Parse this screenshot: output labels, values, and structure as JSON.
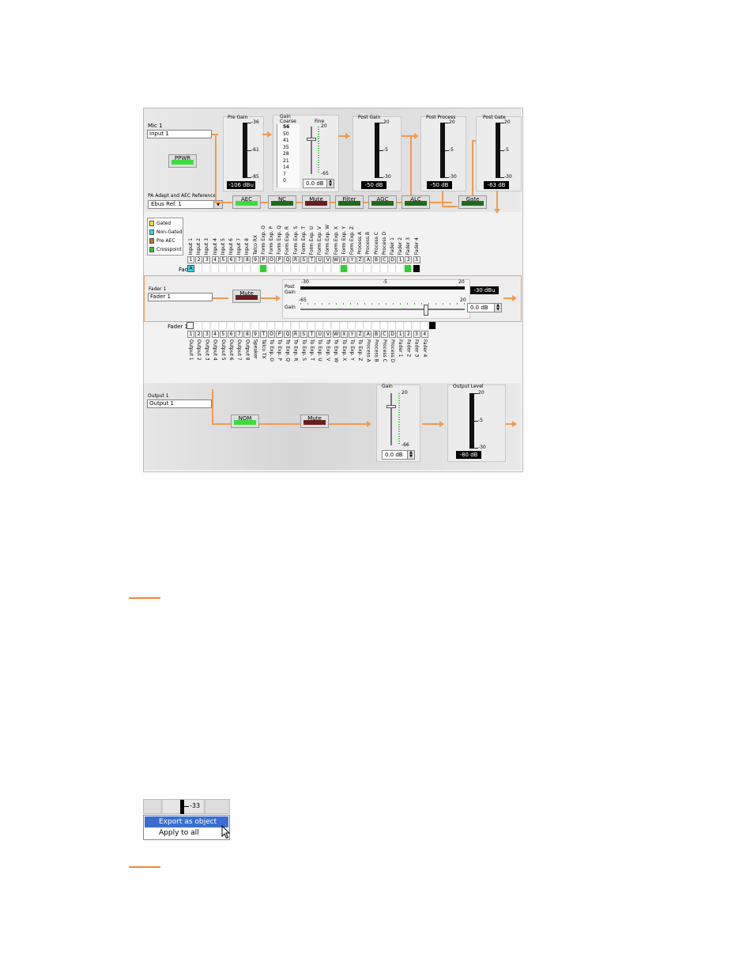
{
  "input_section": {
    "mic_label": "Mic 1",
    "mic_name": "Input 1",
    "ppwr_label": "PPWR",
    "aec_ref_label": "PA Adapt and AEC Reference",
    "aec_ref_value": "Ebus Ref. 1",
    "pre_gain": {
      "title": "Pre Gain",
      "ticks": [
        "-36",
        "-61",
        "-85"
      ],
      "readout": "-106 dBu"
    },
    "gain": {
      "title": "Gain",
      "coarse_label": "Coarse",
      "fine_label": "Fine",
      "coarse_values": [
        "56",
        "50",
        "41",
        "35",
        "28",
        "21",
        "14",
        "7",
        "0"
      ],
      "fine_top": "20",
      "fine_bottom": "-65",
      "fine_value": "0.0 dB"
    },
    "post_gain": {
      "title": "Post Gain",
      "ticks": [
        "20",
        "-5",
        "-30"
      ],
      "readout": "-50 dB"
    },
    "post_process": {
      "title": "Post Process",
      "ticks": [
        "20",
        "-5",
        "-30"
      ],
      "readout": "-50 dB"
    },
    "post_gate": {
      "title": "Post Gate",
      "ticks": [
        "20",
        "-5",
        "-30"
      ],
      "readout": "-63 dB"
    },
    "buttons": [
      {
        "label": "AEC",
        "led": "#3ddc3d"
      },
      {
        "label": "NC",
        "led": "#1e6b1e"
      },
      {
        "label": "Mute",
        "led": "#6b1e1e"
      },
      {
        "label": "Filter",
        "led": "#1e6b1e"
      },
      {
        "label": "AGC",
        "led": "#1e6b1e"
      },
      {
        "label": "ALC",
        "led": "#1e6b1e"
      },
      {
        "label": "Gate",
        "led": "#1e6b1e"
      }
    ]
  },
  "legend": [
    {
      "label": "Gated",
      "color": "#f0e030"
    },
    {
      "label": "Non-Gated",
      "color": "#40d8e8"
    },
    {
      "label": "Pre AEC",
      "color": "#c07030"
    },
    {
      "label": "Crosspoint",
      "color": "#30c030"
    }
  ],
  "matrix_top": {
    "row_label": "Fader 1",
    "columns": [
      "Input 1",
      "Input 2",
      "Input 3",
      "Input 4",
      "Input 5",
      "Input 6",
      "Input 7",
      "Input 8",
      "Telco RX",
      "Form Exp. O",
      "Form Exp. P",
      "Form Exp. Q",
      "Form Exp. R",
      "Form Exp. S",
      "Form Exp. T",
      "Form Exp. U",
      "Form Exp. V",
      "Form Exp. W",
      "Form Exp. X",
      "Form Exp. Y",
      "Form Exp. Z",
      "Process A",
      "Process B",
      "Process C",
      "Process D",
      "Fader 1",
      "Fader 2",
      "Fader 3",
      "Fader 4"
    ],
    "ids": [
      "1",
      "2",
      "3",
      "4",
      "5",
      "6",
      "7",
      "8",
      "9",
      "P",
      "O",
      "P",
      "Q",
      "R",
      "S",
      "T",
      "U",
      "V",
      "W",
      "X",
      "Y",
      "Z",
      "A",
      "B",
      "C",
      "D",
      "1",
      "2",
      "3",
      "4"
    ],
    "first_cell": "A"
  },
  "fader_section": {
    "label": "Fader 1",
    "name": "Fader 1",
    "mute_label": "Mute",
    "post_gain_label": "Post Gain",
    "gain_label": "Gain",
    "meter_ticks": [
      "-30",
      "-5",
      "20"
    ],
    "gain_ticks": [
      "-65",
      "20"
    ],
    "readout": "-30 dBu",
    "gain_value": "0.0 dB"
  },
  "matrix_bottom": {
    "row_label": "Fader 1",
    "columns": [
      "Output 1",
      "Output 2",
      "Output 3",
      "Output 4",
      "Output 5",
      "Output 6",
      "Output 7",
      "Output 8",
      "Speaker",
      "Telco TX",
      "To Exp. O",
      "To Exp. P",
      "To Exp. Q",
      "To Exp. R",
      "To Exp. S",
      "To Exp. T",
      "To Exp. U",
      "To Exp. V",
      "To Exp. W",
      "To Exp. X",
      "To Exp. Y",
      "To Exp. Z",
      "Process A",
      "Process B",
      "Process C",
      "Process D",
      "Fader 1",
      "Fader 2",
      "Fader 3",
      "Fader 4"
    ],
    "ids": [
      "1",
      "2",
      "3",
      "4",
      "5",
      "6",
      "7",
      "8",
      "9",
      "T",
      "O",
      "P",
      "Q",
      "R",
      "S",
      "T",
      "U",
      "V",
      "W",
      "X",
      "Y",
      "Z",
      "A",
      "B",
      "C",
      "D",
      "1",
      "2",
      "3",
      "4"
    ]
  },
  "output_section": {
    "label": "Output 1",
    "name": "Output 1",
    "nom_label": "NOM",
    "mute_label": "Mute",
    "gain": {
      "title": "Gain",
      "top": "20",
      "bottom": "-66",
      "value": "0.0 dB"
    },
    "output_level": {
      "title": "Output Level",
      "ticks": [
        "20",
        "-5",
        "-30"
      ],
      "readout": "-80 dB"
    }
  },
  "context_menu": {
    "header_value": "-33",
    "items": [
      "Export as object",
      "Apply to all"
    ],
    "highlight_color": "#3a6fd0"
  }
}
